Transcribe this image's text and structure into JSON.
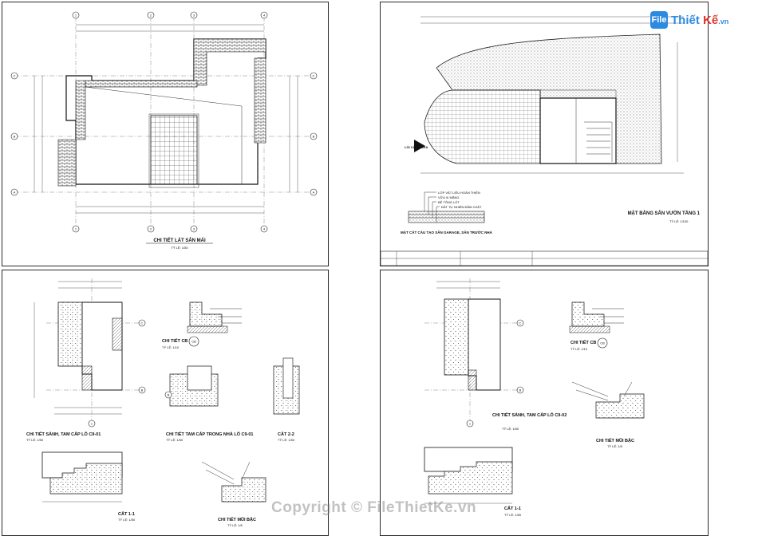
{
  "watermark": {
    "logo_mark": "File",
    "logo_word1": "Thiết",
    "logo_word2": "Kế",
    "logo_suffix": ".vn",
    "copyright": "Copyright © FileThietKe.vn"
  },
  "sheet_roof": {
    "title": "CHI TIẾT LÁT SÂN MÁI",
    "scale": "TỶ LỆ: 1/50",
    "axis_numbers": [
      "1",
      "2",
      "3",
      "4"
    ],
    "axis_letters": [
      "A",
      "B",
      "C"
    ]
  },
  "sheet_garden": {
    "title": "MẶT BẰNG SÂN VƯỜN TẦNG 1",
    "scale": "TỶ LỆ: 1/100",
    "entrance_label": "LỐI VÀO GARA",
    "section_title": "MẶT CẮT CẤU TẠO SÂN GARAGE, SÂN TRƯỚC NHÀ",
    "layers": [
      "LỚP VẬT LIỆU HOÀN THIỆN",
      "VỮA XI MĂNG",
      "BÊ TÔNG LÓT",
      "ĐẤT TỰ NHIÊN ĐẦM CHẶT"
    ]
  },
  "sheet_lobby1": {
    "title_main": "CHI TIẾT SẢNH, TAM CẤP LÔ C9-01",
    "title_main_scale": "TỶ LỆ: 1/50",
    "title_cb": "CHI TIẾT CB",
    "title_cb_scale": "TỶ LỆ: 1/10",
    "title_step": "CHI TIẾT TAM CẤP TRONG NHÀ LÔ C9-01",
    "title_step_scale": "TỶ LỆ: 1/50",
    "title_cut22": "CẮT 2-2",
    "title_cut22_scale": "TỶ LỆ: 1/50",
    "title_cut11": "CẮT 1-1",
    "title_cut11_scale": "TỶ LỆ: 1/50",
    "title_nose": "CHI TIẾT MŨI BẬC",
    "title_nose_scale": "TỶ LỆ: 1/5",
    "axis_letters": [
      "C",
      "B"
    ],
    "axis_numbers": [
      "1"
    ],
    "bubble_cb": "CB"
  },
  "sheet_lobby2": {
    "title_main": "CHI TIẾT SẢNH, TAM CẤP LÔ C9-02",
    "title_main_scale": "TỶ LỆ: 1/50",
    "title_cb": "CHI TIẾT CB",
    "title_cb_scale": "TỶ LỆ: 1/10",
    "title_cut11": "CẮT 1-1",
    "title_cut11_scale": "TỶ LỆ: 1/50",
    "title_nose": "CHI TIẾT MŨI BẬC",
    "title_nose_scale": "TỶ LỆ: 1/5",
    "axis_letters": [
      "C",
      "B"
    ],
    "axis_numbers": [
      "1"
    ],
    "bubble_cb": "CB"
  }
}
